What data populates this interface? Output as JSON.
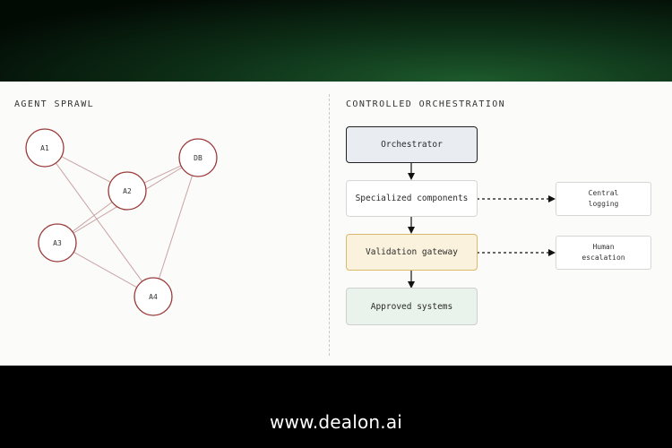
{
  "sections": {
    "left_title": "AGENT SPRAWL",
    "right_title": "CONTROLLED ORCHESTRATION"
  },
  "sprawl": {
    "nodes": [
      {
        "id": "a1",
        "label": "A1"
      },
      {
        "id": "a2",
        "label": "A2"
      },
      {
        "id": "db",
        "label": "DB"
      },
      {
        "id": "a3",
        "label": "A3"
      },
      {
        "id": "a4",
        "label": "A4"
      }
    ]
  },
  "orchestration": {
    "orchestrator": "Orchestrator",
    "components": "Specialized components",
    "gateway": "Validation gateway",
    "approved": "Approved systems",
    "logging": "Central\nlogging",
    "escalation": "Human\nescalation"
  },
  "colors": {
    "node_stroke": "#9b3b3b",
    "edge": "#c9a3a3",
    "orchestrator_fill": "#e9edf2",
    "gateway_fill": "#fbf2dd",
    "gateway_border": "#d9b96a",
    "approved_fill": "#e9f2eb"
  },
  "footer": {
    "url": "www.dealon.ai"
  }
}
